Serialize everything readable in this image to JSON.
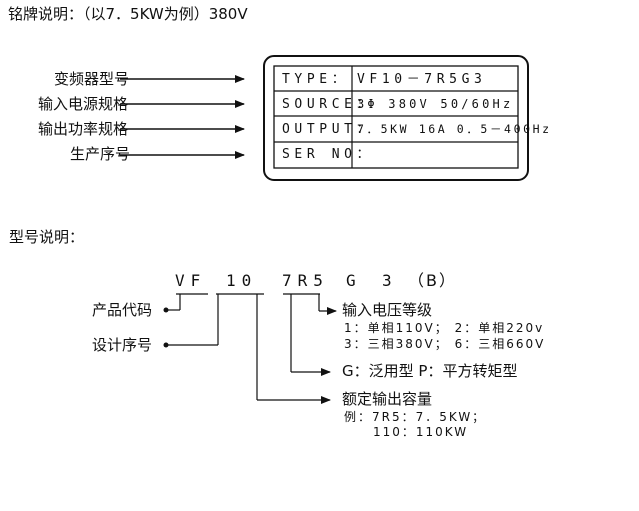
{
  "nameplate_heading": "铭牌说明：（以7．5KW为例）380V",
  "nameplate_labels": [
    "变频器型号",
    "输入电源规格",
    "输出功率规格",
    "生产序号"
  ],
  "plate": {
    "rows": [
      {
        "key": "TYPE：",
        "value": "VF10－7R5G3"
      },
      {
        "key": "SOURCE：",
        "value": "3Φ 380V 50/60Hz"
      },
      {
        "key": "OUTPUT：",
        "value": "7．5KW 16A 0．5－400Hz"
      },
      {
        "key": "SER NO：",
        "value": ""
      }
    ]
  },
  "model_heading": "型号说明：",
  "model_code": [
    "VF",
    "10",
    "7R5",
    "G",
    "3",
    "（B）"
  ],
  "left_labels": [
    "产品代码",
    "设计序号"
  ],
  "voltage": {
    "title": "输入电压等级",
    "line1": "1：单相110V；  2：单相220v",
    "line2": "3：三相380V；  6：三相660V"
  },
  "gp": "G：泛用型 P：平方转矩型",
  "capacity": {
    "title": "额定输出容量",
    "line1": "例：7R5：7．5KW；",
    "line2": "110：110KW"
  },
  "colors": {
    "ink": "#111111"
  }
}
